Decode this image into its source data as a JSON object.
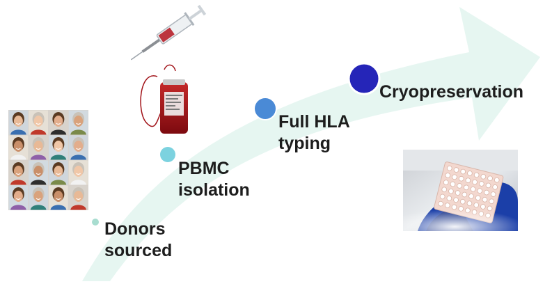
{
  "steps": [
    {
      "label": "Donors\nsourced",
      "color": "#a8ddd0"
    },
    {
      "label": "PBMC\nisolation",
      "color": "#7cd2df"
    },
    {
      "label": "Full HLA\ntyping",
      "color": "#4a8ad6"
    },
    {
      "label": "Cryopreservation",
      "color": "#2525b8"
    }
  ],
  "colors": {
    "arrow": "#e6f6f1",
    "text": "#1d1d1d",
    "blood": "#9e0e14",
    "glove": "#1b3fa8",
    "rack": "#f3d8cf"
  },
  "illustrations": [
    "donor-photo-grid",
    "syringe-icon",
    "blood-bag-icon",
    "cryo-box-photo"
  ]
}
